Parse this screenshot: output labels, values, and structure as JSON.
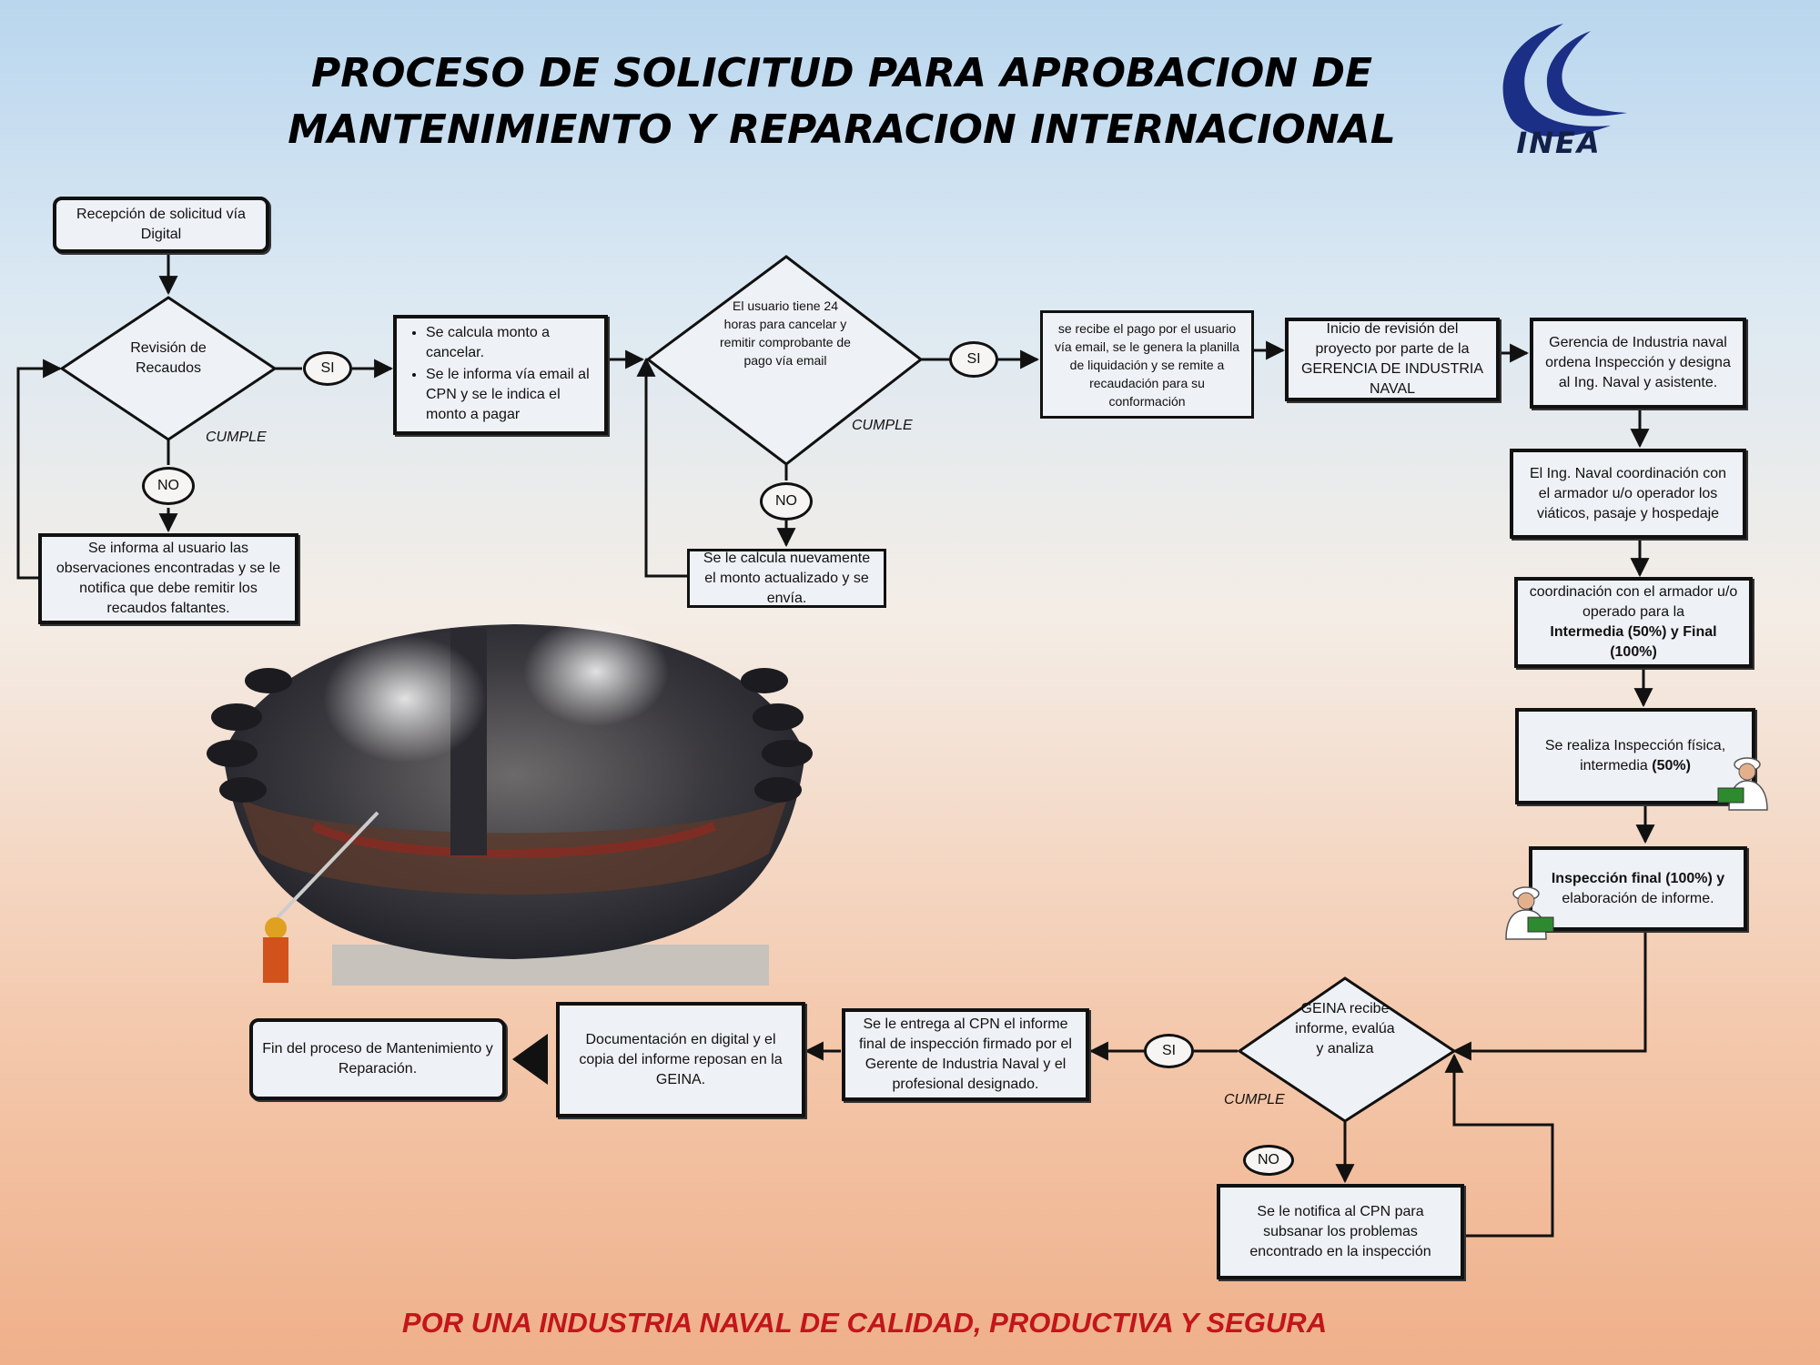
{
  "title": {
    "line1": "PROCESO DE SOLICITUD PARA APROBACION DE",
    "line2": "MANTENIMIENTO Y REPARACION  INTERNACIONAL"
  },
  "logo": {
    "text": "INEA",
    "color": "#1b2f86"
  },
  "footer": "POR UNA INDUSTRIA NAVAL DE CALIDAD, PRODUCTIVA Y SEGURA",
  "colors": {
    "footer": "#c2161b",
    "line": "#111111",
    "box_fill": "#eef1f5"
  },
  "nodes": {
    "recepcion": "Recepción de solicitud vía Digital",
    "revision_recaudos": "Revisión de Recaudos",
    "observaciones": "Se informa al usuario las observaciones encontradas y se le notifica que debe remitir los recaudos faltantes.",
    "calcula_monto_1": "Se calcula monto a cancelar.",
    "calcula_monto_2": "Se le informa vía email al CPN y se le indica el monto a pagar",
    "usuario_24h": "El usuario tiene 24 horas para cancelar y remitir comprobante de pago vía email",
    "recalcula": "Se le calcula nuevamente el monto actualizado y se envía.",
    "recibe_pago": "se recibe el pago por el usuario vía email, se le genera la planilla de liquidación y se remite a recaudación para su conformación",
    "inicio_revision": "Inicio de revisión del proyecto por parte de la GERENCIA DE INDUSTRIA NAVAL",
    "gerencia_ordena": "Gerencia de Industria naval ordena Inspección y designa al Ing. Naval y asistente.",
    "ing_coordinacion": "El Ing. Naval coordinación con el armador u/o operador los viáticos, pasaje y hospedaje",
    "coordinacion_armador": "coordinación con el armador u/o operado para  la",
    "coordinacion_armador_bold": "Intermedia (50%) y Final (100%)",
    "inspeccion_fisica": "Se realiza Inspección física, intermedia",
    "inspeccion_fisica_bold": "(50%)",
    "inspeccion_final_bold": "Inspección final (100%) y",
    "inspeccion_final": "elaboración de informe.",
    "geina_recibe": "GEINA recibe informe, evalúa y analiza",
    "notifica_cpn": "Se le notifica al CPN para subsanar los problemas encontrado en la inspección",
    "entrega_cpn": "Se le entrega al CPN el informe final de inspección  firmado por el Gerente de Industria Naval y el profesional designado.",
    "documentacion": "Documentación en digital y el copia del informe reposan en la GEINA.",
    "fin": "Fin del proceso de Mantenimiento y Reparación."
  },
  "labels": {
    "si_1": "SI",
    "no_1": "NO",
    "cumple_1": "CUMPLE",
    "si_2": "SI",
    "no_2": "NO",
    "cumple_2": "CUMPLE",
    "si_3": "SI",
    "no_3": "NO",
    "cumple_3": "CUMPLE"
  },
  "icons": [
    "ship-hull-photo",
    "inspector-worker-icon",
    "inea-logo-icon"
  ]
}
